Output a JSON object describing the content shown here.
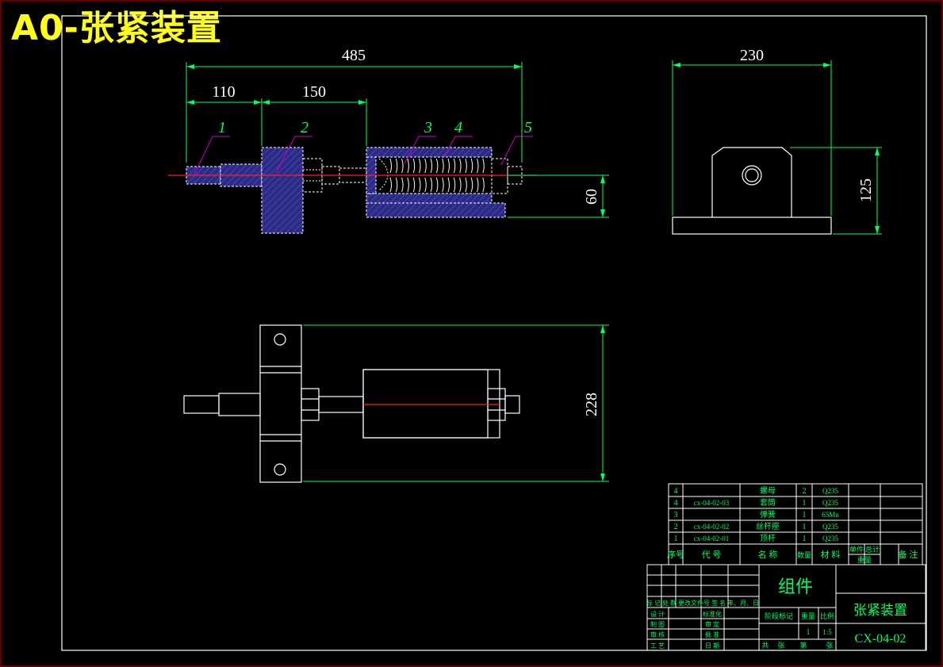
{
  "banner_title": "A0-张紧装置",
  "dimensions": {
    "overall_length": "485",
    "seg_a": "110",
    "seg_b": "150",
    "side_width": "230",
    "side_height": "125",
    "front_height": "60",
    "top_width": "228"
  },
  "balloons": [
    "1",
    "2",
    "3",
    "4",
    "5"
  ],
  "parts_table": {
    "rows": [
      {
        "no": "4",
        "code": "",
        "name": "螺母",
        "qty": "2",
        "material": "Q235"
      },
      {
        "no": "4",
        "code": "cx-04-02-03",
        "name": "套筒",
        "qty": "1",
        "material": "Q235"
      },
      {
        "no": "3",
        "code": "",
        "name": "弹簧",
        "qty": "1",
        "material": "65Mn"
      },
      {
        "no": "2",
        "code": "cx-04-02-02",
        "name": "丝杆座",
        "qty": "1",
        "material": "Q235"
      },
      {
        "no": "1",
        "code": "cx-04-02-01",
        "name": "顶杆",
        "qty": "1",
        "material": "Q235"
      }
    ],
    "header": {
      "no": "序号",
      "code": "代 号",
      "name": "名 称",
      "qty": "数量",
      "material": "材 料",
      "unit_weight": "单件",
      "total_weight": "总计",
      "weight": "重量",
      "remark": "备 注"
    }
  },
  "title_block": {
    "assembly_label": "组件",
    "drawing_name": "张紧装置",
    "drawing_code": "CX-04-02",
    "scale": "1:5",
    "quantity": "1",
    "col_stage_mark": "阶段标记",
    "col_weight": "重量",
    "col_scale": "比例",
    "revision_header": "标 记 处 数 更改文件号 签 名 年、月、日",
    "designer": "设 计",
    "drafter": "制 图",
    "checker": "审 核",
    "process": "工 艺",
    "standardize": "标准化",
    "review": "审 定",
    "approve": "批 准",
    "date": "日 期",
    "sheets_total": "共",
    "sheets_label": "张",
    "sheet_no": "第",
    "sheet_label": "张"
  }
}
